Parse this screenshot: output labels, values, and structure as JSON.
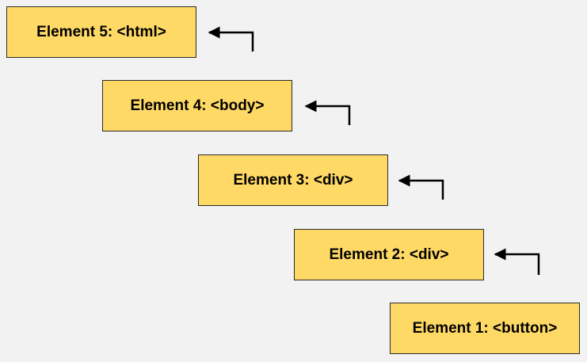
{
  "elements": [
    {
      "label": "Element 5: <html>"
    },
    {
      "label": "Element 4: <body>"
    },
    {
      "label": "Element 3: <div>"
    },
    {
      "label": "Element 2: <div>"
    },
    {
      "label": "Element 1: <button>"
    }
  ],
  "colors": {
    "background": "#f2f2f2",
    "box_fill": "#ffd966",
    "box_border": "#2b2b2b",
    "arrow": "#000000"
  }
}
